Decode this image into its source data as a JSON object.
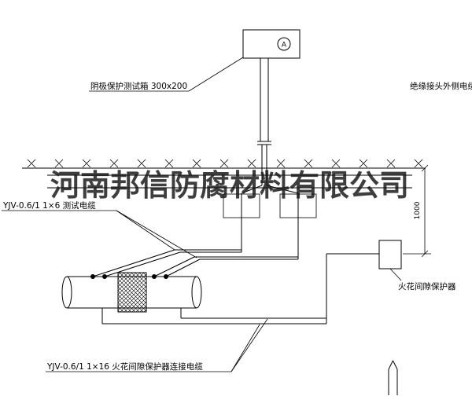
{
  "diagram": {
    "labels": {
      "test_box": "阴极保护测试箱 300x200",
      "insulation_joint_outer_cable": "绝缘接头外侧电缆",
      "test_cable": "YJV-0.6/1 1×6  测试电缆",
      "spark_gap_protector": "火花间隙保护器",
      "spark_gap_connection_cable": "YJV-0.6/1 1×16  火花间隙保护器连接电缆",
      "dimension_1000": "1000",
      "ammeter": "A"
    },
    "watermark": "河南邦信防腐材料有限公司",
    "colors": {
      "line": "#000000",
      "background": "#ffffff",
      "watermark": "#141414"
    }
  }
}
